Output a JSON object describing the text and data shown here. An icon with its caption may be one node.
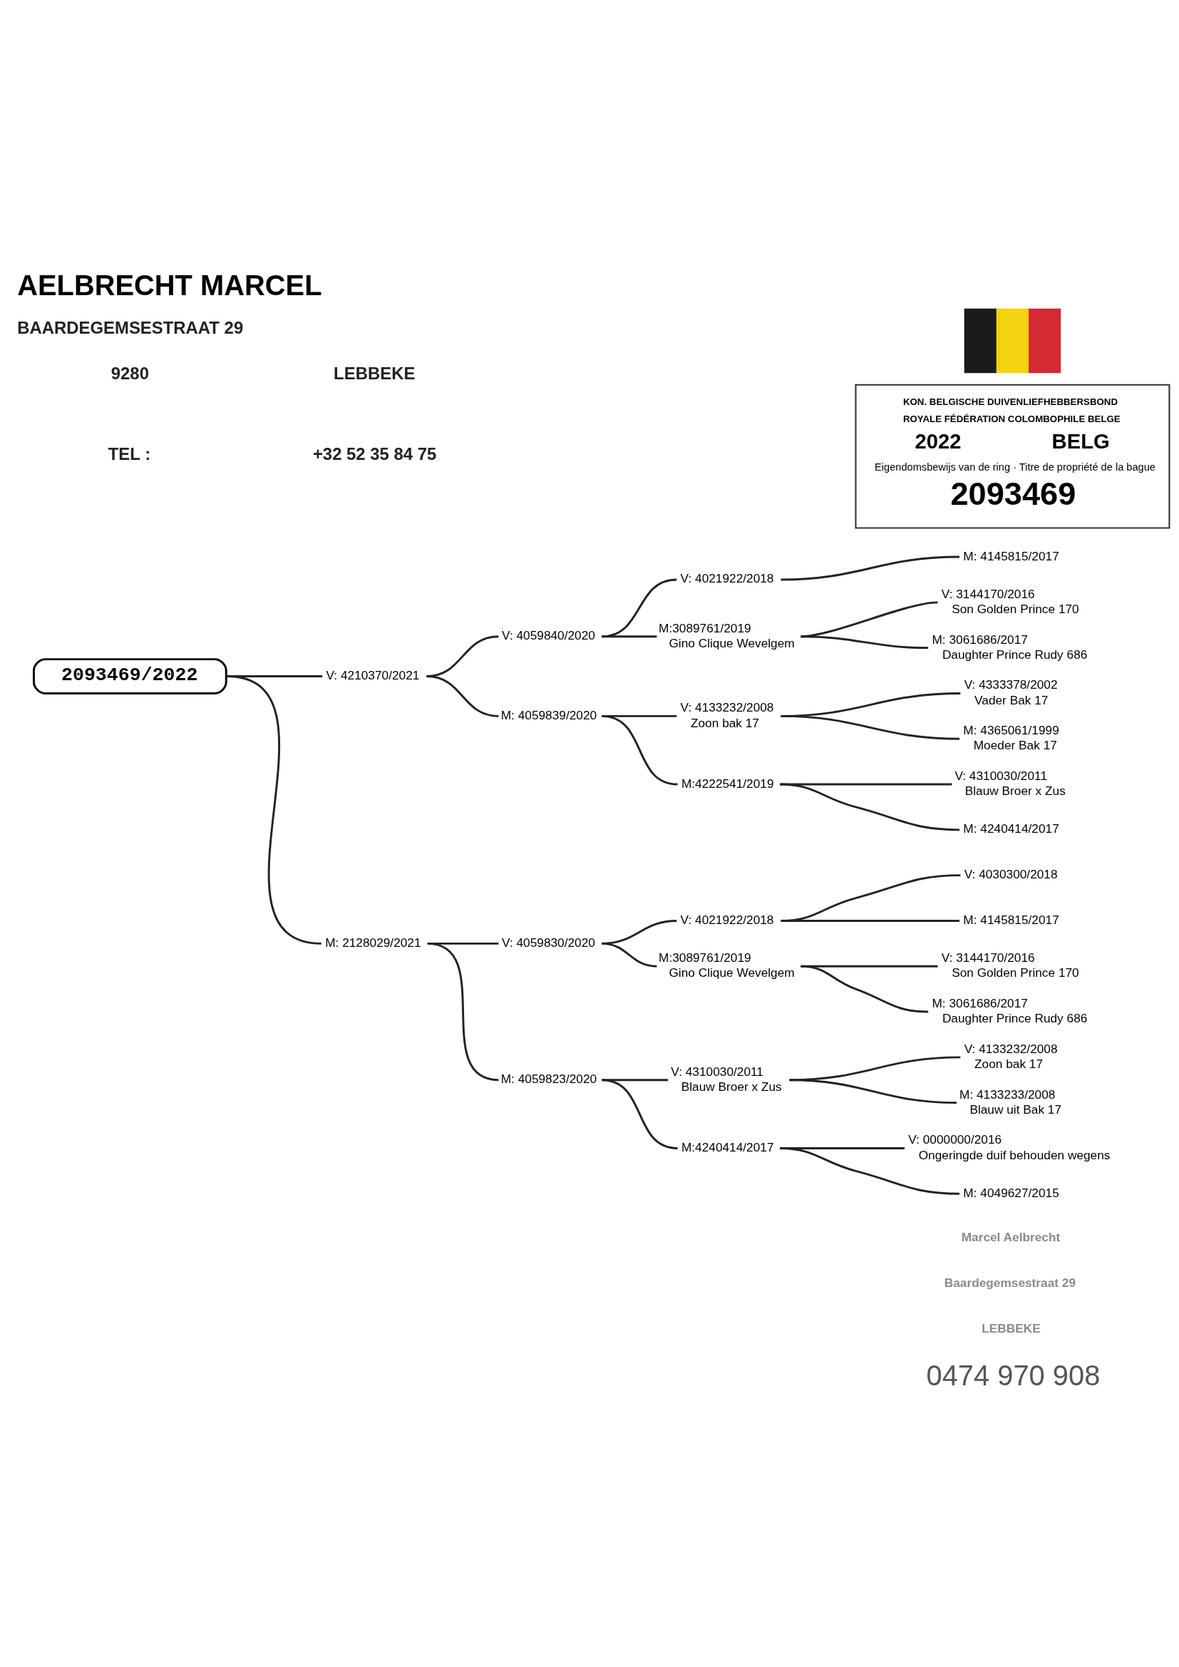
{
  "diagram": {
    "title": "AELBRECHT MARCEL",
    "nodes": [
      {
        "text": [],
        "shape": "picture"
      },
      {
        "text": [
          "KON. BELGISCHE DUIVENLIEFHEBBERSBOND",
          "ROYALE FÉDÉRATION COLOMBOPHILE BELGE",
          "2022",
          "BELG",
          "Eigendomsbewijs van de ring · Titre de propriété de la bague",
          "2093469"
        ]
      },
      {
        "text": [
          "2093469/2022"
        ]
      },
      {
        "text": [
          "V: 4210370/2021"
        ]
      },
      {
        "text": [
          "M: 2128029/2021"
        ]
      },
      {
        "text": [
          "V: 4059840/2020"
        ]
      },
      {
        "text": [
          "M: 4059839/2020"
        ]
      },
      {
        "text": [
          "V: 4059830/2020"
        ]
      },
      {
        "text": [
          "M: 4059823/2020"
        ]
      },
      {
        "text": [
          "V: 4021922/2018"
        ]
      },
      {
        "text": [
          "M:3089761/2019",
          "Gino Clique Wevelgem"
        ]
      },
      {
        "text": [
          "V: 4133232/2008",
          "Zoon bak 17"
        ]
      },
      {
        "text": [
          "M:4222541/2019"
        ]
      },
      {
        "text": [
          "V: 4021922/2018"
        ]
      },
      {
        "text": [
          "M:3089761/2019",
          "Gino Clique Wevelgem"
        ]
      },
      {
        "text": [
          "V: 4310030/2011",
          "Blauw Broer x Zus"
        ]
      },
      {
        "text": [
          "M:4240414/2017"
        ]
      },
      {
        "text": [
          "M: 4145815/2017"
        ]
      },
      {
        "text": [
          "V: 3144170/2016",
          "Son Golden Prince 170"
        ]
      },
      {
        "text": [
          "M: 3061686/2017",
          "Daughter Prince Rudy 686"
        ]
      },
      {
        "text": [
          "V: 4333378/2002",
          "Vader Bak 17"
        ]
      },
      {
        "text": [
          "M: 4365061/1999",
          "Moeder Bak 17"
        ]
      },
      {
        "text": [
          "V: 4310030/2011",
          "Blauw Broer x Zus"
        ]
      },
      {
        "text": [
          "M: 4240414/2017"
        ]
      },
      {
        "text": [
          "V: 4030300/2018"
        ]
      },
      {
        "text": [
          "M: 4145815/2017"
        ]
      },
      {
        "text": [
          "V: 3144170/2016",
          "Son Golden Prince 170"
        ]
      },
      {
        "text": [
          "M: 3061686/2017",
          "Daughter Prince Rudy 686"
        ]
      },
      {
        "text": [
          "V: 4133232/2008",
          "Zoon bak 17"
        ]
      },
      {
        "text": [
          "M: 4133233/2008",
          "Blauw uit Bak 17"
        ]
      },
      {
        "text": [
          "V: 0000000/2016",
          "Ongeringde duif behouden wegens"
        ]
      },
      {
        "text": [
          "M: 4049627/2015"
        ]
      }
    ],
    "edges": [
      {
        "from": 2,
        "to": 3,
        "arrow": "none"
      },
      {
        "from": 2,
        "to": 4,
        "arrow": "none"
      },
      {
        "from": 3,
        "to": 5,
        "arrow": "none"
      },
      {
        "from": 3,
        "to": 6,
        "arrow": "none"
      },
      {
        "from": 4,
        "to": 7,
        "arrow": "none"
      },
      {
        "from": 4,
        "to": 8,
        "arrow": "none"
      },
      {
        "from": 5,
        "to": 9,
        "arrow": "none"
      },
      {
        "from": 5,
        "to": 10,
        "arrow": "none"
      },
      {
        "from": 6,
        "to": 11,
        "arrow": "none"
      },
      {
        "from": 6,
        "to": 12,
        "arrow": "none"
      },
      {
        "from": 7,
        "to": 13,
        "arrow": "none"
      },
      {
        "from": 7,
        "to": 14,
        "arrow": "none"
      },
      {
        "from": 8,
        "to": 15,
        "arrow": "none"
      },
      {
        "from": 8,
        "to": 16,
        "arrow": "none"
      },
      {
        "from": 9,
        "to": 17,
        "arrow": "none"
      },
      {
        "from": 10,
        "to": 18,
        "arrow": "none"
      },
      {
        "from": 10,
        "to": 19,
        "arrow": "none"
      },
      {
        "from": 11,
        "to": 20,
        "arrow": "none"
      },
      {
        "from": 11,
        "to": 21,
        "arrow": "none"
      },
      {
        "from": 12,
        "to": 22,
        "arrow": "none"
      },
      {
        "from": 12,
        "to": 23,
        "arrow": "none"
      },
      {
        "from": 13,
        "to": 24,
        "arrow": "none"
      },
      {
        "from": 13,
        "to": 25,
        "arrow": "none"
      },
      {
        "from": 14,
        "to": 26,
        "arrow": "none"
      },
      {
        "from": 14,
        "to": 27,
        "arrow": "none"
      },
      {
        "from": 15,
        "to": 28,
        "arrow": "none"
      },
      {
        "from": 15,
        "to": 29,
        "arrow": "none"
      },
      {
        "from": 16,
        "to": 30,
        "arrow": "none"
      },
      {
        "from": 16,
        "to": 31,
        "arrow": "none"
      }
    ],
    "labels": [
      "BAARDEGEMSESTRAAT 29",
      "9280",
      "LEBBEKE",
      "TEL :",
      "+32 52 35 84 75",
      "Marcel Aelbrecht",
      "Baardegemsestraat 29",
      "LEBBEKE",
      "0474 970 908"
    ]
  }
}
